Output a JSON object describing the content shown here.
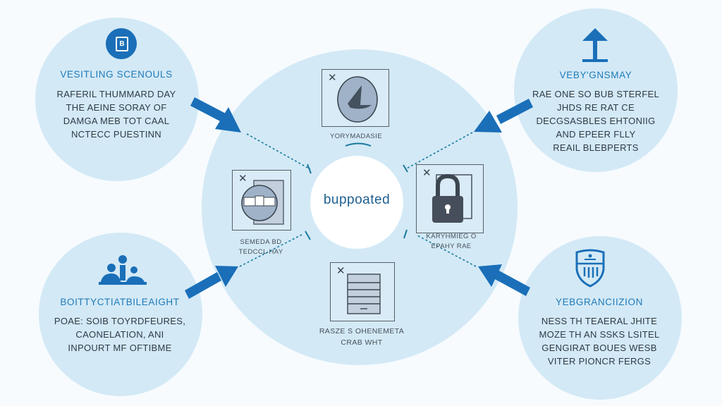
{
  "center": {
    "label": "buppoated"
  },
  "nodes": {
    "top_left": {
      "icon": "id-badge-icon",
      "title": "VESITLING SCENOULS",
      "lines": [
        "RAFERIL THUMMARD DAY",
        "THE AEINE SORAY OF",
        "DAMGA MEB TOT CAAL",
        "NCTECC PUESTINN"
      ]
    },
    "top_right": {
      "icon": "arrow-up-icon",
      "title": "VEBY'GNSMAY",
      "lines": [
        "RAE ONE SO BUB STERFEL",
        "JHDS RE RAT CE",
        "DECGSASBLES EHTONIIG",
        "AND EPEER FLLY",
        "REAIL BLEBPERTS"
      ]
    },
    "bottom_left": {
      "icon": "people-icon",
      "title": "BOITTYCTIATBILEAIGHT",
      "lines": [
        "POAE: SOIB TOYRDFEURES,",
        "CAONELATION, ANI",
        "INPOURT MF OFTIBME"
      ]
    },
    "bottom_right": {
      "icon": "shield-icon",
      "title": "YEBGRANCIIZION",
      "lines": [
        "NESS TH TEAERAL JHITE",
        "MOZE TH AN SSKS LSITEL",
        "GENGIRAT BOUES WESB",
        "VITER PIONCR FERGS"
      ]
    }
  },
  "cards": {
    "top": {
      "label": "YORYMADASIE"
    },
    "left": {
      "label1": "SEMEDA BD",
      "label2": "TEDCCL HAY"
    },
    "right": {
      "label1": "KARYHMIEG O",
      "label2": "EPAHY RAE"
    },
    "bottom": {
      "label1": "RASZE S OHENEMETA",
      "label2": "CRAB WHT"
    }
  },
  "colors": {
    "accent": "#1a6fb8",
    "circle": "#d3e9f6",
    "title": "#1f7ab8"
  }
}
